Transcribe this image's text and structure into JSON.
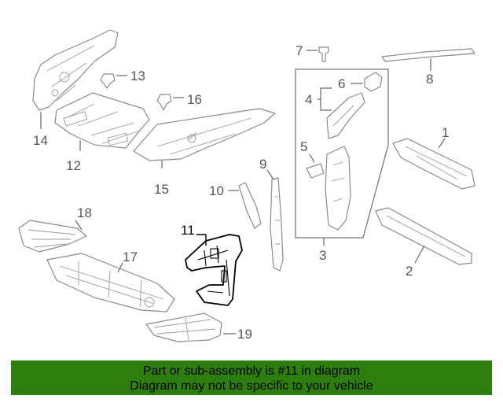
{
  "diagram": {
    "highlighted_part": "11",
    "callouts": [
      "1",
      "2",
      "3",
      "4",
      "5",
      "6",
      "7",
      "8",
      "9",
      "10",
      "11",
      "12",
      "13",
      "14",
      "15",
      "16",
      "17",
      "18",
      "19"
    ]
  },
  "banner": {
    "line1": "Part or sub-assembly is #11 in diagram",
    "line2": "Diagram may not be specific to your vehicle",
    "color": "#2e7d0f"
  }
}
